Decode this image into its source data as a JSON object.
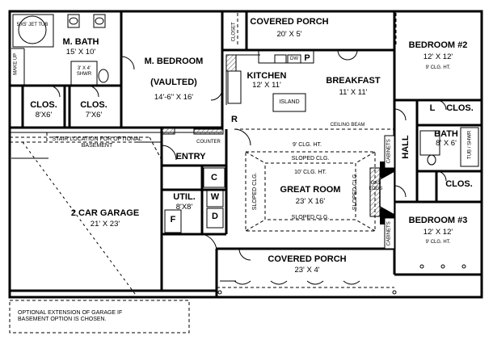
{
  "rooms": {
    "covered_porch_top": {
      "name": "COVERED PORCH",
      "dim": "20' X 5'"
    },
    "closet_top": "CLOSET",
    "m_bath": {
      "name": "M. BATH",
      "dim": "15' X 10'"
    },
    "jet_tub": "5'X5' JET TUB",
    "shower": "3' X 4' SHWR",
    "make_up": "MAKE UP",
    "m_bedroom": {
      "name": "M. BEDROOM",
      "sub": "(VAULTED)",
      "dim": "14'-6\" X 16'"
    },
    "kitchen": {
      "name": "KITCHEN",
      "dim": "12' X 11'"
    },
    "dw": "DW",
    "pantry": "P",
    "refrigerator": "R",
    "island": "ISLAND",
    "breakfast": {
      "name": "BREAKFAST",
      "dim": "11' X 11'"
    },
    "bedroom2": {
      "name": "BEDROOM #2",
      "dim": "12' X 12'",
      "ceiling": "9' CLG. HT."
    },
    "clos_left": {
      "name": "CLOS.",
      "dim": "8'X6'"
    },
    "clos_mid": {
      "name": "CLOS.",
      "dim": "7'X6'"
    },
    "clos_b2": "CLOS.",
    "linen": "L",
    "ceiling_beam": "CEILING BEAM",
    "counter": "COUNTER",
    "stair_note": "STAIR LOCATION FOR OPTIONAL BASEMENT",
    "entry": "ENTRY",
    "coat_closet": "C",
    "hall": "HALL",
    "bath": {
      "name": "BATH",
      "dim": "8' X 6'"
    },
    "tub_shwr": "TUB / SHWR",
    "clos_b3": "CLOS.",
    "great_room": {
      "name": "GREAT ROOM",
      "dim": "23' X 16'",
      "ceiling": "9' CLG. HT.",
      "sloped": "SLOPED CLG.",
      "ceiling_center": "10' CLG. HT."
    },
    "gas_logs": "GAS LOGS",
    "cabinets": "CABINETS",
    "util": {
      "name": "UTIL.",
      "dim": "8'X8'"
    },
    "washer": "W",
    "dryer": "D",
    "freezer": "F",
    "garage": {
      "name": "2 CAR GARAGE",
      "dim": "21' X 23'"
    },
    "bedroom3": {
      "name": "BEDROOM #3",
      "dim": "12' X 12'",
      "ceiling": "9' CLG. HT."
    },
    "covered_porch_bottom": {
      "name": "COVERED PORCH",
      "dim": "23' X 4'"
    },
    "garage_note": "OPTIONAL EXTENSION OF GARAGE IF BASEMENT OPTION IS CHOSEN."
  }
}
